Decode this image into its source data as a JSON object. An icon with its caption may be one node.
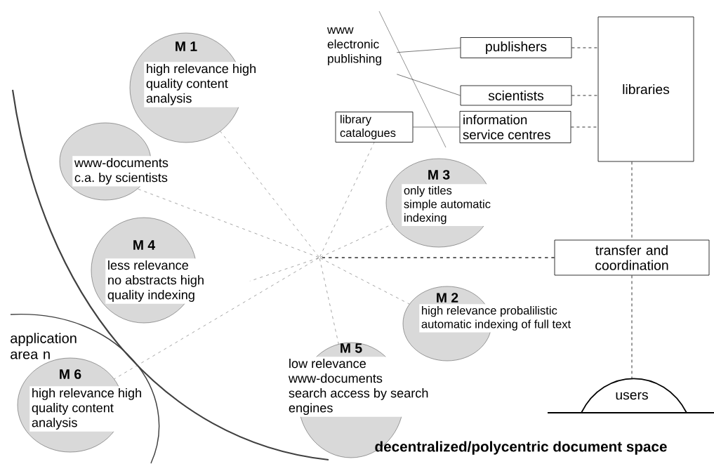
{
  "diagram": {
    "nodes": [
      {
        "text": [
          "M 1",
          "high relevance high quality content analysis"
        ]
      },
      {
        "text": [
          "www-documents c.a. by scientists"
        ]
      },
      {
        "text": [
          "M 4",
          "less relevance no abstracts high quality indexing"
        ]
      },
      {
        "text": [
          "M 6",
          "high relevance high quality content analysis"
        ]
      },
      {
        "text": [
          "M 5",
          "low relevance www-documents search access by search engines"
        ]
      },
      {
        "text": [
          "M 2",
          "high relevance probalilistic automatic indexing of full text"
        ]
      },
      {
        "text": [
          "M 3",
          "only titles simple automatic indexing"
        ]
      },
      {
        "text": [
          "www electronic publishing"
        ]
      },
      {
        "text": [
          "publishers"
        ]
      },
      {
        "text": [
          "scientists"
        ]
      },
      {
        "text": [
          "library catalogues"
        ]
      },
      {
        "text": [
          "information service centres"
        ]
      },
      {
        "text": [
          "libraries"
        ]
      },
      {
        "text": [
          "transfer and coordination"
        ]
      },
      {
        "text": [
          "users"
        ]
      }
    ],
    "edges": [
      {
        "from": 7,
        "to": 8,
        "arrow": "none"
      },
      {
        "from": 7,
        "to": 9,
        "arrow": "none"
      },
      {
        "from": 10,
        "to": 11,
        "arrow": "none"
      },
      {
        "from": 8,
        "to": 12,
        "arrow": "none",
        "style": "dashed"
      },
      {
        "from": 9,
        "to": 12,
        "arrow": "none",
        "style": "dashed"
      },
      {
        "from": 11,
        "to": 12,
        "arrow": "none",
        "style": "dashed"
      },
      {
        "from": 12,
        "to": 13,
        "arrow": "none",
        "style": "dashed"
      },
      {
        "from": 13,
        "to": 14,
        "arrow": "none",
        "style": "dashed"
      },
      {
        "from": 13,
        "to": 0,
        "arrow": "none",
        "style": "dashed",
        "color": "#555555"
      },
      {
        "from": 13,
        "to": 1,
        "arrow": "none",
        "style": "dashed",
        "color": "#555555"
      },
      {
        "from": 13,
        "to": 2,
        "arrow": "none",
        "style": "dashed",
        "color": "#555555"
      },
      {
        "from": 13,
        "to": 3,
        "arrow": "none",
        "style": "dashed",
        "color": "#555555"
      },
      {
        "from": 13,
        "to": 4,
        "arrow": "none",
        "style": "dashed",
        "color": "#555555"
      },
      {
        "from": 13,
        "to": 5,
        "arrow": "none",
        "style": "dashed",
        "color": "#555555"
      },
      {
        "from": 13,
        "to": 6,
        "arrow": "none",
        "style": "dashed",
        "color": "#555555"
      },
      {
        "from": 13,
        "to": 10,
        "arrow": "none",
        "style": "dashed",
        "color": "#555555"
      }
    ],
    "labels": [
      "application area n",
      "decentralized/polycentric document space"
    ]
  }
}
